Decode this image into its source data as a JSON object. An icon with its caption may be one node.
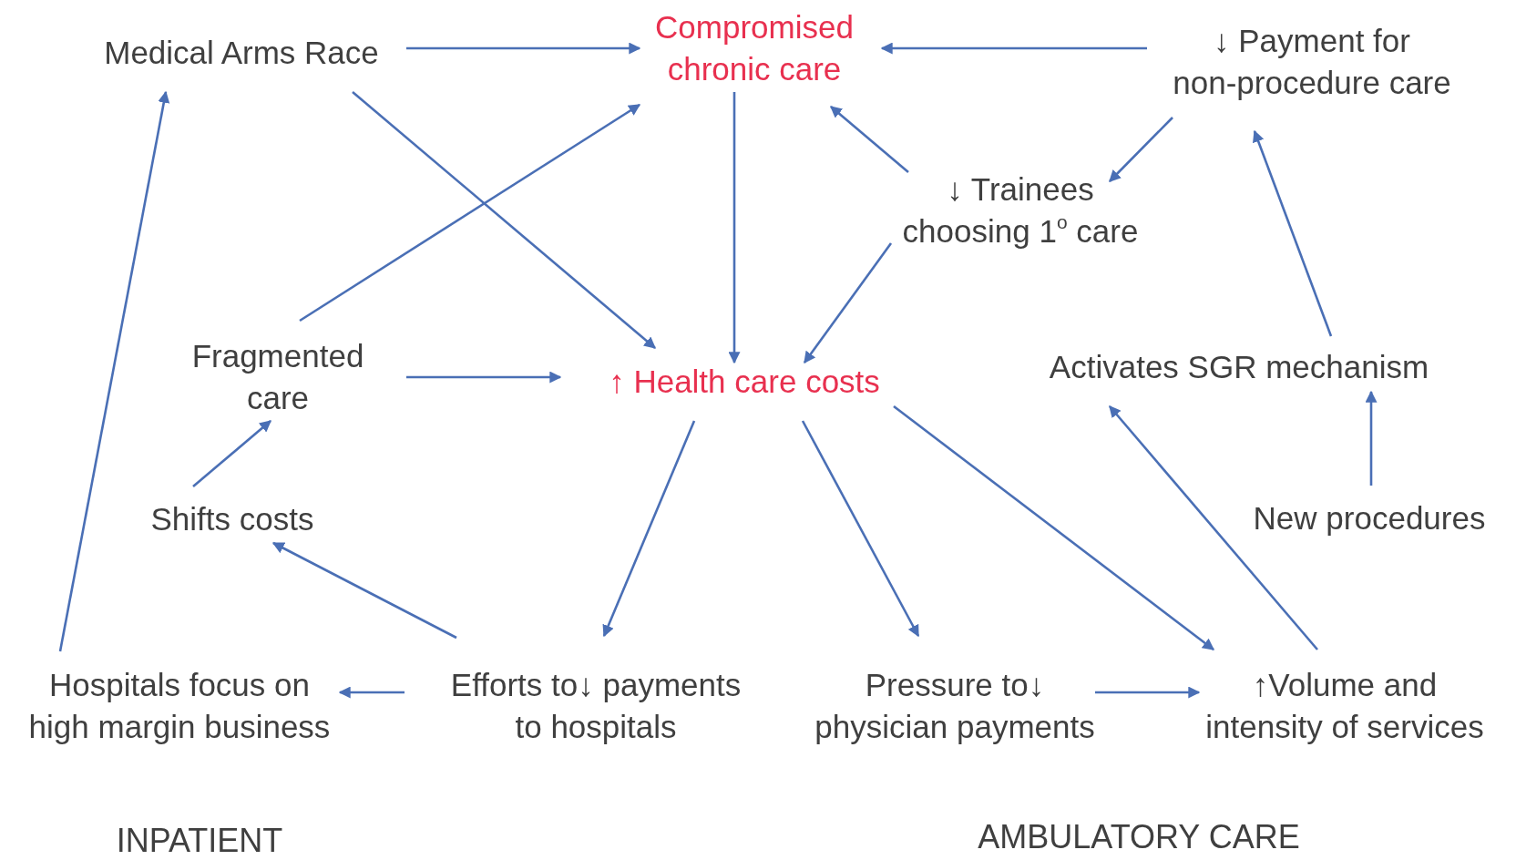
{
  "diagram": {
    "nodes": [
      {
        "text": [
          "Medical Arms Race"
        ]
      },
      {
        "text": [
          "Compromised chronic care"
        ]
      },
      {
        "text": [
          "↓ Payment for non-procedure care"
        ]
      },
      {
        "text": [
          "↓ Trainees choosing 1$^{o}$ care"
        ]
      },
      {
        "text": [
          "Fragmented care"
        ]
      },
      {
        "text": [
          "↑ Health care costs"
        ]
      },
      {
        "text": [
          "Activates SGR mechanism"
        ]
      },
      {
        "text": [
          "Shifts costs"
        ]
      },
      {
        "text": [
          "New procedures"
        ]
      },
      {
        "text": [
          "Hospitals focus on high margin business"
        ]
      },
      {
        "text": [
          "Efforts to↓ payments to hospitals"
        ]
      },
      {
        "text": [
          "Pressure to↓ physician payments"
        ]
      },
      {
        "text": [
          "↑Volume and intensity of services"
        ]
      }
    ],
    "edges": [
      {
        "from": 0,
        "to": 1,
        "arrow": "to"
      },
      {
        "from": 2,
        "to": 1,
        "arrow": "to"
      },
      {
        "from": 0,
        "to": 5,
        "arrow": "to"
      },
      {
        "from": 1,
        "to": 5,
        "arrow": "to"
      },
      {
        "from": 3,
        "to": 1,
        "arrow": "to"
      },
      {
        "from": 2,
        "to": 3,
        "arrow": "to"
      },
      {
        "from": 3,
        "to": 5,
        "arrow": "to"
      },
      {
        "from": 4,
        "to": 1,
        "arrow": "to"
      },
      {
        "from": 4,
        "to": 5,
        "arrow": "to"
      },
      {
        "from": 7,
        "to": 4,
        "arrow": "to"
      },
      {
        "from": 10,
        "to": 7,
        "arrow": "to"
      },
      {
        "from": 10,
        "to": 9,
        "arrow": "to"
      },
      {
        "from": 9,
        "to": 0,
        "arrow": "to"
      },
      {
        "from": 5,
        "to": 10,
        "arrow": "to"
      },
      {
        "from": 5,
        "to": 11,
        "arrow": "to"
      },
      {
        "from": 5,
        "to": 12,
        "arrow": "to"
      },
      {
        "from": 11,
        "to": 12,
        "arrow": "to"
      },
      {
        "from": 12,
        "to": 6,
        "arrow": "to"
      },
      {
        "from": 8,
        "to": 6,
        "arrow": "to"
      },
      {
        "from": 6,
        "to": 2,
        "arrow": "to"
      }
    ],
    "labels": [
      "INPATIENT",
      "AMBULATORY CARE"
    ]
  }
}
